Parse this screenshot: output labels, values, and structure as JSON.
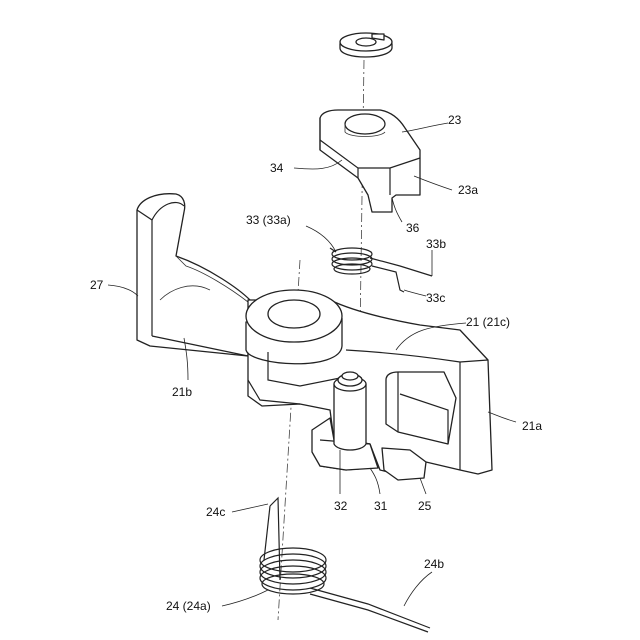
{
  "labels": {
    "l23": "23",
    "l34": "34",
    "l23a": "23a",
    "l36": "36",
    "l33": "33 (33a)",
    "l33b": "33b",
    "l33c": "33c",
    "l27": "27",
    "l21": "21 (21c)",
    "l21b": "21b",
    "l21a": "21a",
    "l32": "32",
    "l31": "31",
    "l25": "25",
    "l24c": "24c",
    "l24b": "24b",
    "l24": "24 (24a)"
  }
}
